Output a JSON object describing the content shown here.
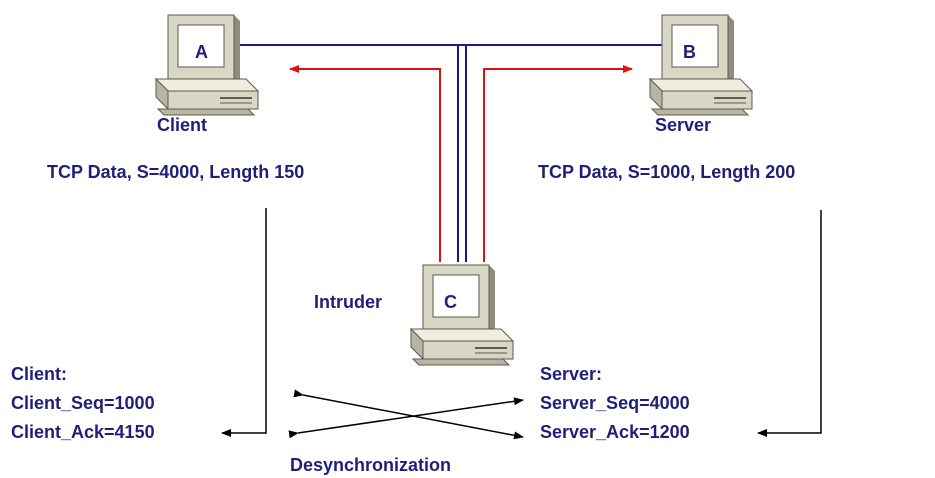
{
  "colors": {
    "text": "#1f1f7a",
    "network_line": "#1a1a8c",
    "spoof_arrow": "#e01010",
    "computer_body": "#d8d6c4",
    "computer_shadow": "#8e8c7a",
    "computer_screen": "#ffffff",
    "black_line": "#000000"
  },
  "computers": {
    "a": {
      "letter": "A",
      "label": "Client"
    },
    "b": {
      "letter": "B",
      "label": "Server"
    },
    "c": {
      "letter": "C",
      "label": "Intruder"
    }
  },
  "packets": {
    "client_packet": "TCP Data, S=4000, Length 150",
    "server_packet": "TCP Data, S=1000, Length 200"
  },
  "client_state": {
    "title": "Client:",
    "seq": "Client_Seq=1000",
    "ack": "Client_Ack=4150"
  },
  "server_state": {
    "title": "Server:",
    "seq": "Server_Seq=4000",
    "ack": "Server_Ack=1200"
  },
  "caption": "Desynchronization"
}
